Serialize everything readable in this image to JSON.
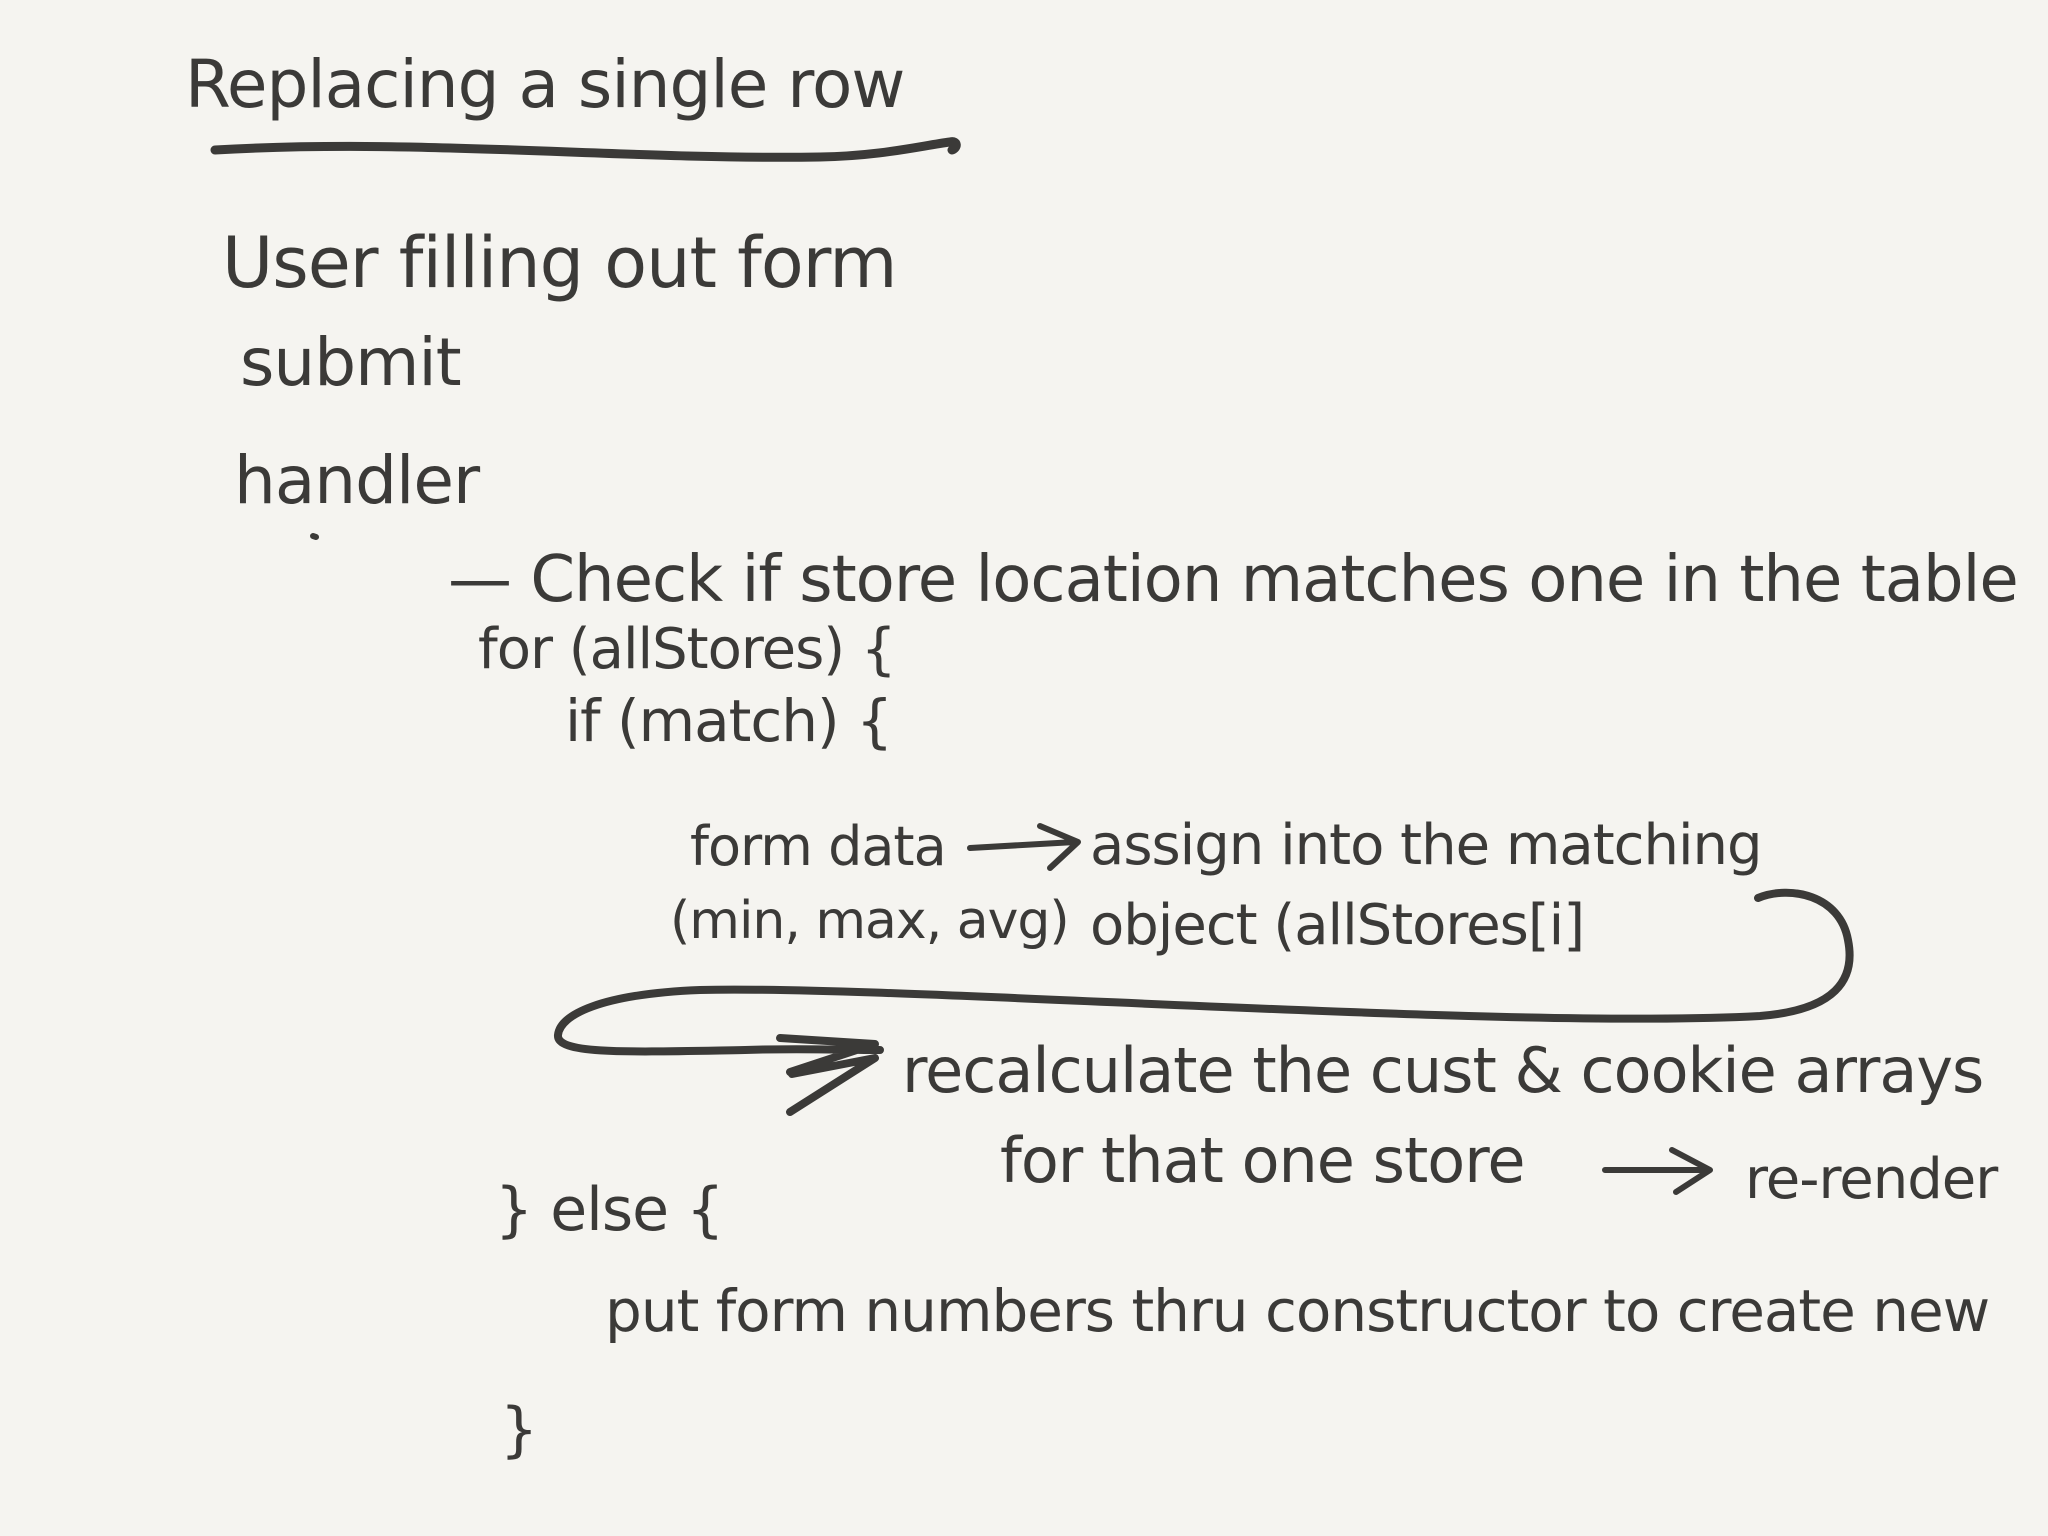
{
  "note": {
    "title": "Replacing a single row",
    "lines": [
      "User filling out form",
      "submit",
      "handler",
      "— Check if store location matches one in the table",
      "for (allStores) {",
      "if (match) {",
      "form data",
      "assign into the matching",
      "(min, max, avg)",
      "object (allStores[i]",
      "recalculate the cust & cookie arrays",
      "for that one store",
      "re-render",
      "} else {",
      "put form numbers thru constructor to create new",
      "}"
    ]
  }
}
